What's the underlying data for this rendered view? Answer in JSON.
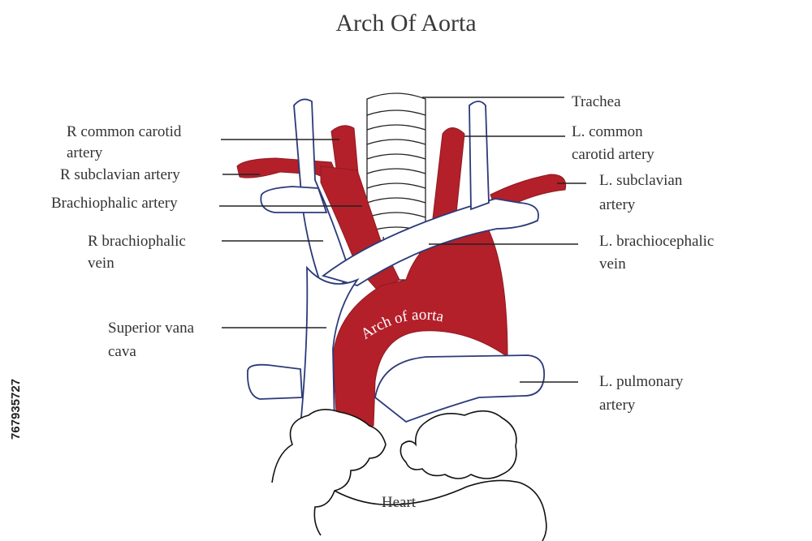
{
  "title": "Arch Of  Aorta",
  "labels": {
    "trachea": "Trachea",
    "r_common_carotid": [
      "R common carotid",
      "artery"
    ],
    "l_common_carotid": [
      "L. common",
      "carotid artery"
    ],
    "r_subclavian": "R subclavian artery",
    "l_subclavian": [
      "L. subclavian",
      "artery"
    ],
    "brachiocephalic_artery": "Brachiophalic artery",
    "r_brachiocephalic_vein": [
      "R brachiophalic",
      "vein"
    ],
    "l_brachiocephalic_vein": [
      "L. brachiocephalic",
      "vein"
    ],
    "superior_vena_cava": [
      "Superior vana",
      "cava"
    ],
    "l_pulmonary_artery": [
      "L. pulmonary",
      "artery"
    ],
    "arch_of_aorta": "Arch of  aorta",
    "heart": "Heart"
  },
  "side_id": "767935727",
  "colors": {
    "artery": "#b3202a",
    "vein_outline": "#2c3a7a",
    "text": "#333333"
  }
}
